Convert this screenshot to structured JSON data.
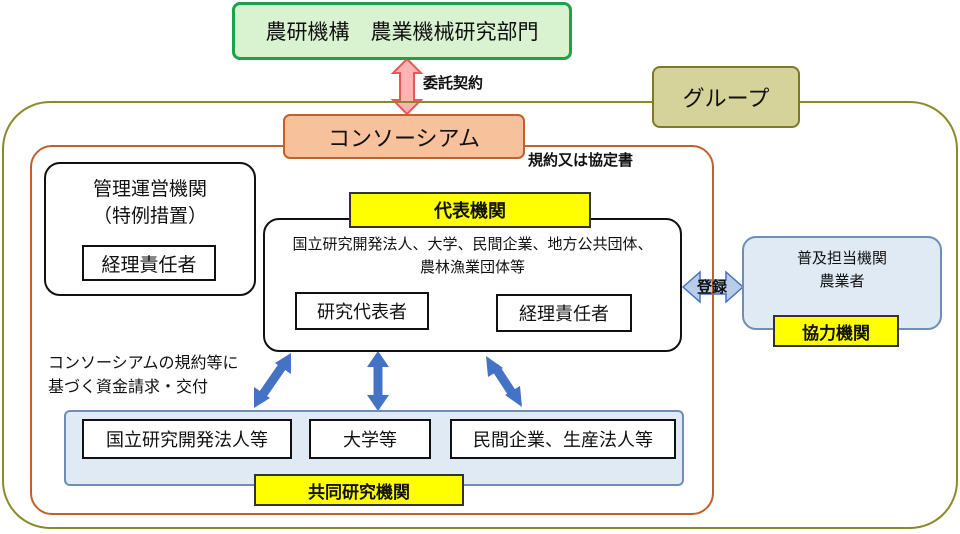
{
  "top_org": "農研機構　農業機械研究部門",
  "contract_note": "委託契約",
  "group_label": "グループ",
  "consortium_label": "コンソーシアム",
  "agreement_note": "規約又は協定書",
  "management": {
    "title": "管理運営機関",
    "subtitle": "（特例措置）",
    "officer": "経理責任者"
  },
  "representative": {
    "label": "代表機関",
    "description_line1": "国立研究開発法人、大学、民間企業、地方公共団体、",
    "description_line2": "農林漁業団体等",
    "researcher": "研究代表者",
    "officer": "経理責任者"
  },
  "funding_note": {
    "line1": "コンソーシアムの規約等に",
    "line2": "基づく資金請求・交付"
  },
  "joint_research": {
    "label": "共同研究機関",
    "items": [
      "国立研究開発法人等",
      "大学等",
      "民間企業、生産法人等"
    ]
  },
  "cooperating": {
    "line1": "普及担当機関",
    "line2": "農業者",
    "label": "協力機関"
  },
  "register_label": "登録",
  "colors": {
    "top_fill": "#d9f2d0",
    "top_border": "#1fa14a",
    "group_border": "#8a8a2a",
    "consortium_border": "#c0602a",
    "consortium_fill": "#f7c19c",
    "highlight": "#ffff00",
    "blue_arrow": "#4472c4",
    "red_arrow": "#e8585a",
    "blue_fill": "#e0eaf4"
  }
}
